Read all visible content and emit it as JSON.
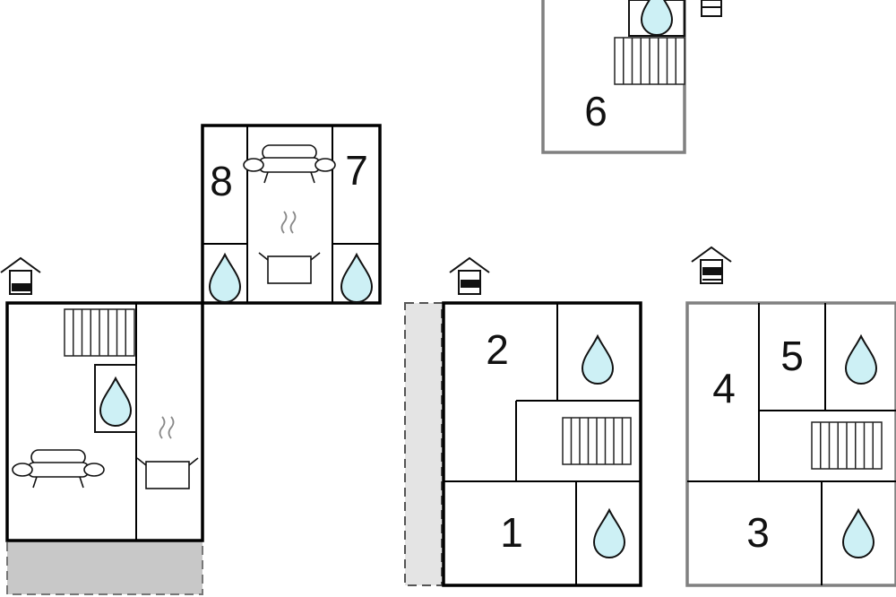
{
  "colors": {
    "wall_dark": "#000000",
    "wall_grey": "#808080",
    "water": "#cdf0f5",
    "terrace": "#c8c8c8",
    "terrace_light": "#e4e4e4"
  },
  "rooms": [
    {
      "label": "1"
    },
    {
      "label": "2"
    },
    {
      "label": "3"
    },
    {
      "label": "4"
    },
    {
      "label": "5"
    },
    {
      "label": "6"
    },
    {
      "label": "7"
    },
    {
      "label": "8"
    }
  ],
  "icons": [
    "bathroom-drop-icon",
    "kitchen-pot-icon",
    "living-sofa-icon",
    "staircase-icon",
    "house-level-icon"
  ]
}
